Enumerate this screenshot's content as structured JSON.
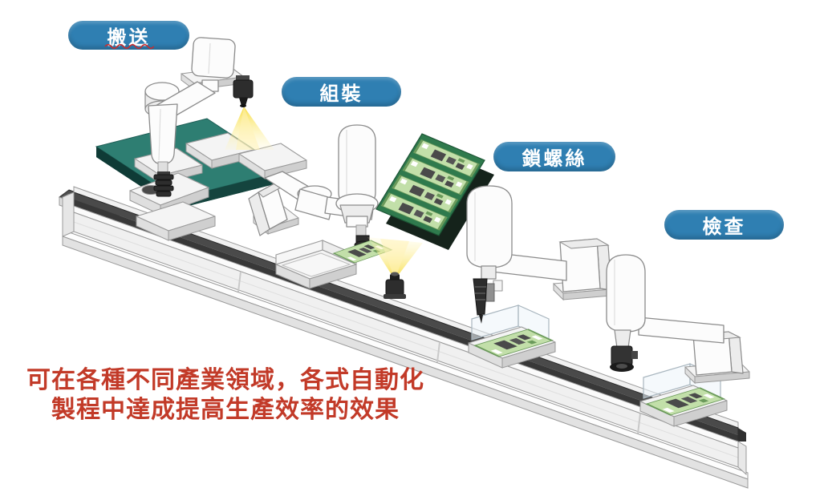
{
  "stations": [
    {
      "id": "transport",
      "label": "搬送"
    },
    {
      "id": "assembly",
      "label": "組裝"
    },
    {
      "id": "screw_locking",
      "label": "鎖螺絲"
    },
    {
      "id": "inspection",
      "label": "檢查"
    }
  ],
  "caption": {
    "line1": "可在各種不同產業領域，各式自動化",
    "line2": "製程中達成提高生產效率的效果"
  },
  "colors": {
    "label_bg": "#2F7FB2",
    "caption_red": "#C23A28",
    "belt": "#4A4A4A",
    "sheet_teal": "#2E7E72",
    "panel_green": "#2F7A4D",
    "pcb_green": "#C2DFA9",
    "cone_yellow": "#F7DC3C",
    "robot_white": "#FCFCFC"
  },
  "icons": [
    "scara-robot",
    "conveyor-belt",
    "camera",
    "light-beam",
    "pcb-board",
    "tray"
  ]
}
